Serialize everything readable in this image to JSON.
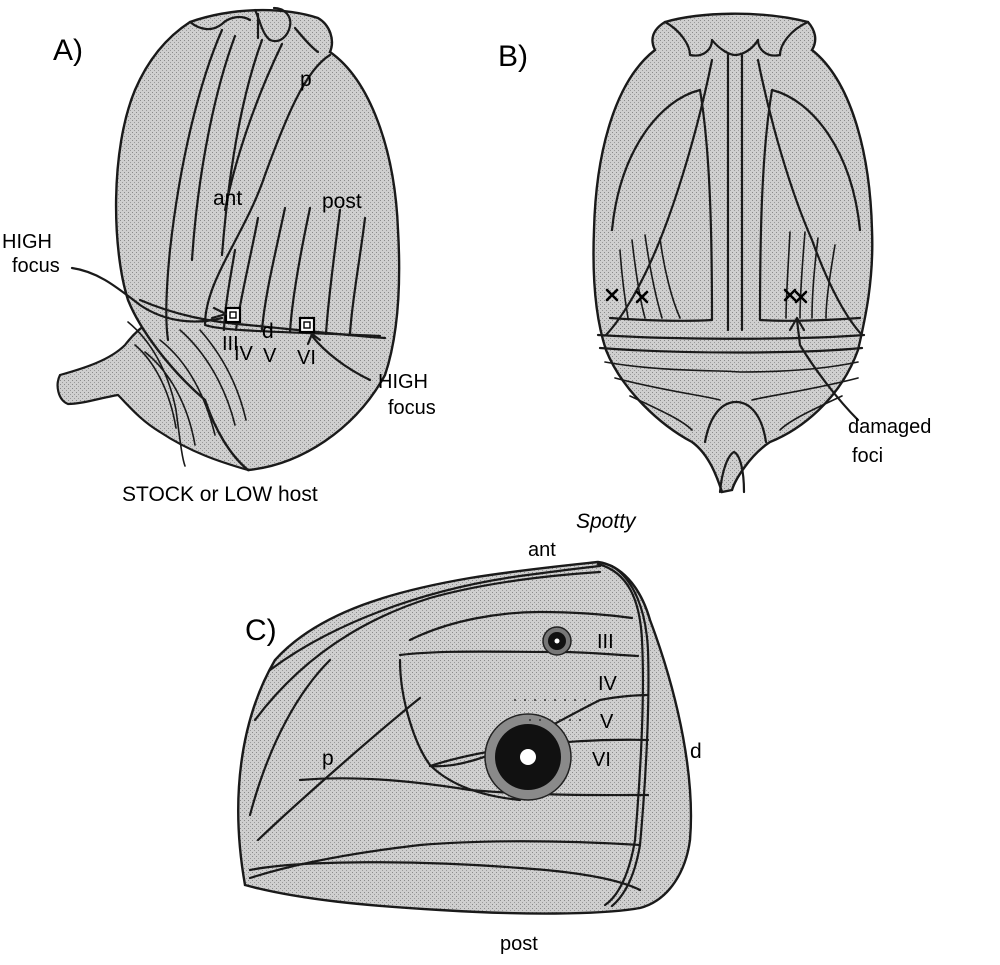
{
  "panel_a": {
    "label": "A)",
    "proximal_label": "p",
    "anterior_label": "ant",
    "posterior_label": "post",
    "distal_label": "d",
    "vein_labels": [
      "III",
      "IV",
      "V",
      "VI"
    ],
    "focus_left": [
      "HIGH",
      "focus"
    ],
    "focus_right": [
      "HIGH",
      "focus"
    ],
    "caption": "STOCK or LOW host"
  },
  "panel_b": {
    "label": "B)",
    "annotation": [
      "damaged",
      "foci"
    ],
    "caption": "Spotty"
  },
  "panel_c": {
    "label": "C)",
    "anterior_label": "ant",
    "posterior_label": "post",
    "proximal_label": "p",
    "distal_label": "d",
    "vein_labels": [
      "III",
      "IV",
      "V",
      "VI"
    ]
  },
  "colors": {
    "fill": "#c9c9c9",
    "stroke": "#1a1a1a",
    "eyespot": "#111111"
  }
}
